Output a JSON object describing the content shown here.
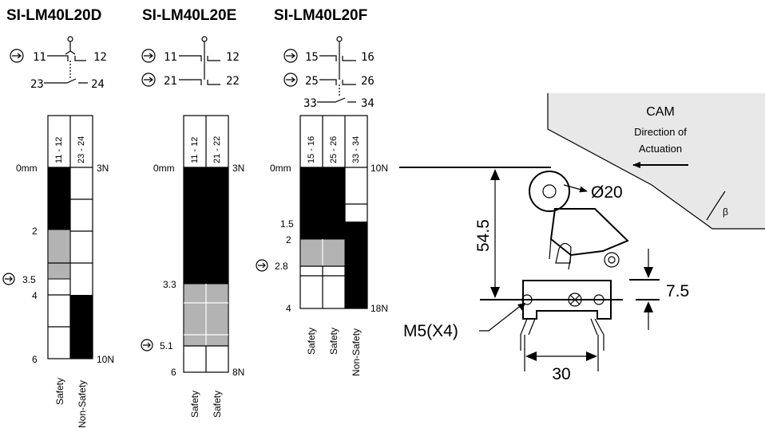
{
  "models": [
    {
      "title": "SI-LM40L20D",
      "contacts": [
        {
          "left": "11",
          "right": "12",
          "positive": true
        },
        {
          "left": "23",
          "right": "24",
          "positive": false
        }
      ],
      "columns": [
        "11 - 12",
        "23 - 24"
      ],
      "col_labels": [
        "Safety",
        "Non-Safety"
      ],
      "ticks": [
        "0mm",
        "2",
        "3.5",
        "4",
        "6"
      ],
      "forces": [
        "3N",
        "10N"
      ]
    },
    {
      "title": "SI-LM40L20E",
      "contacts": [
        {
          "left": "11",
          "right": "12",
          "positive": true
        },
        {
          "left": "21",
          "right": "22",
          "positive": true
        }
      ],
      "columns": [
        "11 - 12",
        "21 - 22"
      ],
      "col_labels": [
        "Safety",
        "Safety"
      ],
      "ticks": [
        "0mm",
        "3.3",
        "5.1",
        "6"
      ],
      "forces": [
        "3N",
        "8N"
      ]
    },
    {
      "title": "SI-LM40L20F",
      "contacts": [
        {
          "left": "15",
          "right": "16",
          "positive": true
        },
        {
          "left": "25",
          "right": "26",
          "positive": true
        },
        {
          "left": "33",
          "right": "34",
          "positive": false
        }
      ],
      "columns": [
        "15 - 16",
        "25 - 26",
        "33 - 34"
      ],
      "col_labels": [
        "Safety",
        "Safety",
        "Non-Safety"
      ],
      "ticks": [
        "0mm",
        "1.5",
        "2",
        "2.8",
        "4"
      ],
      "forces": [
        "10N",
        "18N"
      ]
    }
  ],
  "drawing": {
    "cam_label": "CAM",
    "direction_line1": "Direction of",
    "direction_line2": "Actuation",
    "beta": "β",
    "roller": "Ø20",
    "height": "54.5",
    "offset": "7.5",
    "mount": "M5(X4)",
    "width": "30"
  },
  "colors": {
    "open": "#000000",
    "transition": "#b3b3b3",
    "closed": "#ffffff"
  }
}
